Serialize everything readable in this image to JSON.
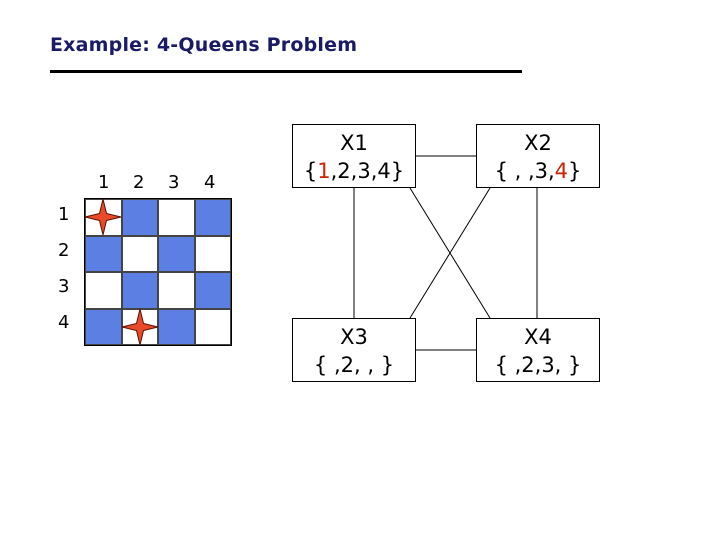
{
  "slide": {
    "title": "Example: 4-Queens Problem"
  },
  "board": {
    "col_labels": [
      "1",
      "2",
      "3",
      "4"
    ],
    "row_labels": [
      "1",
      "2",
      "3",
      "4"
    ],
    "pattern": [
      [
        "white",
        "blue",
        "white",
        "blue"
      ],
      [
        "blue",
        "white",
        "blue",
        "white"
      ],
      [
        "white",
        "blue",
        "white",
        "blue"
      ],
      [
        "blue",
        "white",
        "blue",
        "white"
      ]
    ],
    "queens": [
      {
        "row": 1,
        "col": 1
      },
      {
        "row": 4,
        "col": 2
      }
    ],
    "colors": {
      "blue": "#5b7fe3",
      "queen": "#e84a2a"
    }
  },
  "graph": {
    "x1": {
      "name": "X1",
      "domain": [
        "{",
        "1",
        ",2,3,4}"
      ]
    },
    "x2": {
      "name": "X2",
      "domain": [
        "{ , ,3,",
        "4",
        "}"
      ]
    },
    "x3": {
      "name": "X3",
      "domain": [
        "{ ,2, , }"
      ]
    },
    "x4": {
      "name": "X4",
      "domain": [
        "{ ,2,3, }"
      ]
    },
    "highlight_color": "#cc2200"
  }
}
